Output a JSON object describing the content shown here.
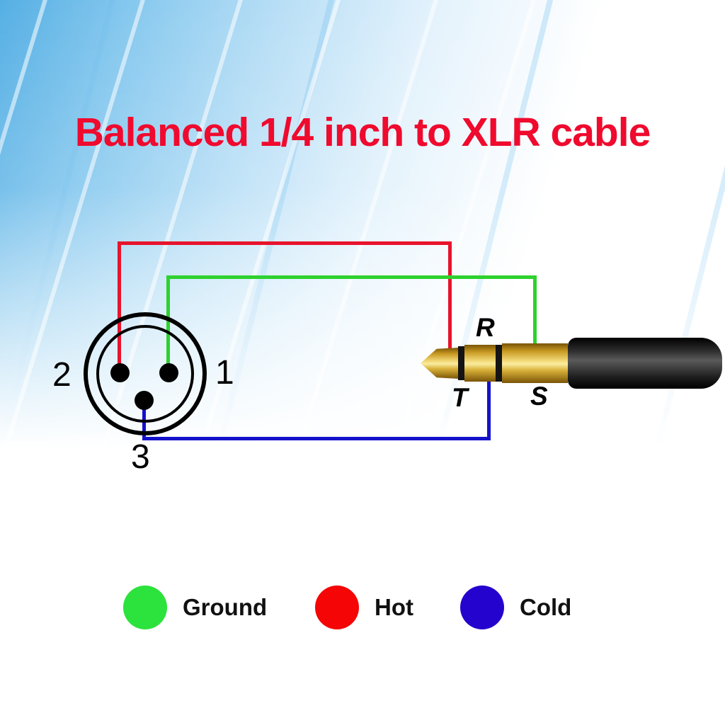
{
  "title": "Balanced 1/4 inch to XLR cable",
  "colors": {
    "title_red": "#ef0a2e",
    "hot_wire": "#e8132c",
    "ground_wire": "#2ed12e",
    "cold_wire": "#1512cb"
  },
  "xlr_connector": {
    "pin2_label": "2",
    "pin1_label": "1",
    "pin3_label": "3"
  },
  "trs_plug": {
    "tip_label": "T",
    "ring_label": "R",
    "sleeve_label": "S"
  },
  "legend": {
    "items": [
      {
        "label": "Ground",
        "color": "#2ce23c"
      },
      {
        "label": "Hot",
        "color": "#f50505"
      },
      {
        "label": "Cold",
        "color": "#2403cf"
      }
    ]
  }
}
